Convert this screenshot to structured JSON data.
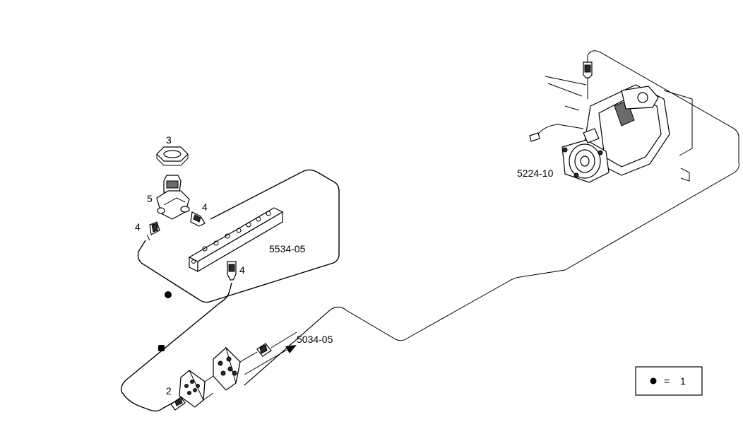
{
  "labels": {
    "part_3": "3",
    "part_5": "5",
    "part_4_right": "4",
    "part_4_left": "4",
    "part_4_bottom": "4",
    "part_2": "2",
    "ref_5534": "5534-05",
    "ref_5034": "5034-05",
    "ref_5224": "5224-10"
  },
  "legend": {
    "equals": "=",
    "value": "1"
  }
}
